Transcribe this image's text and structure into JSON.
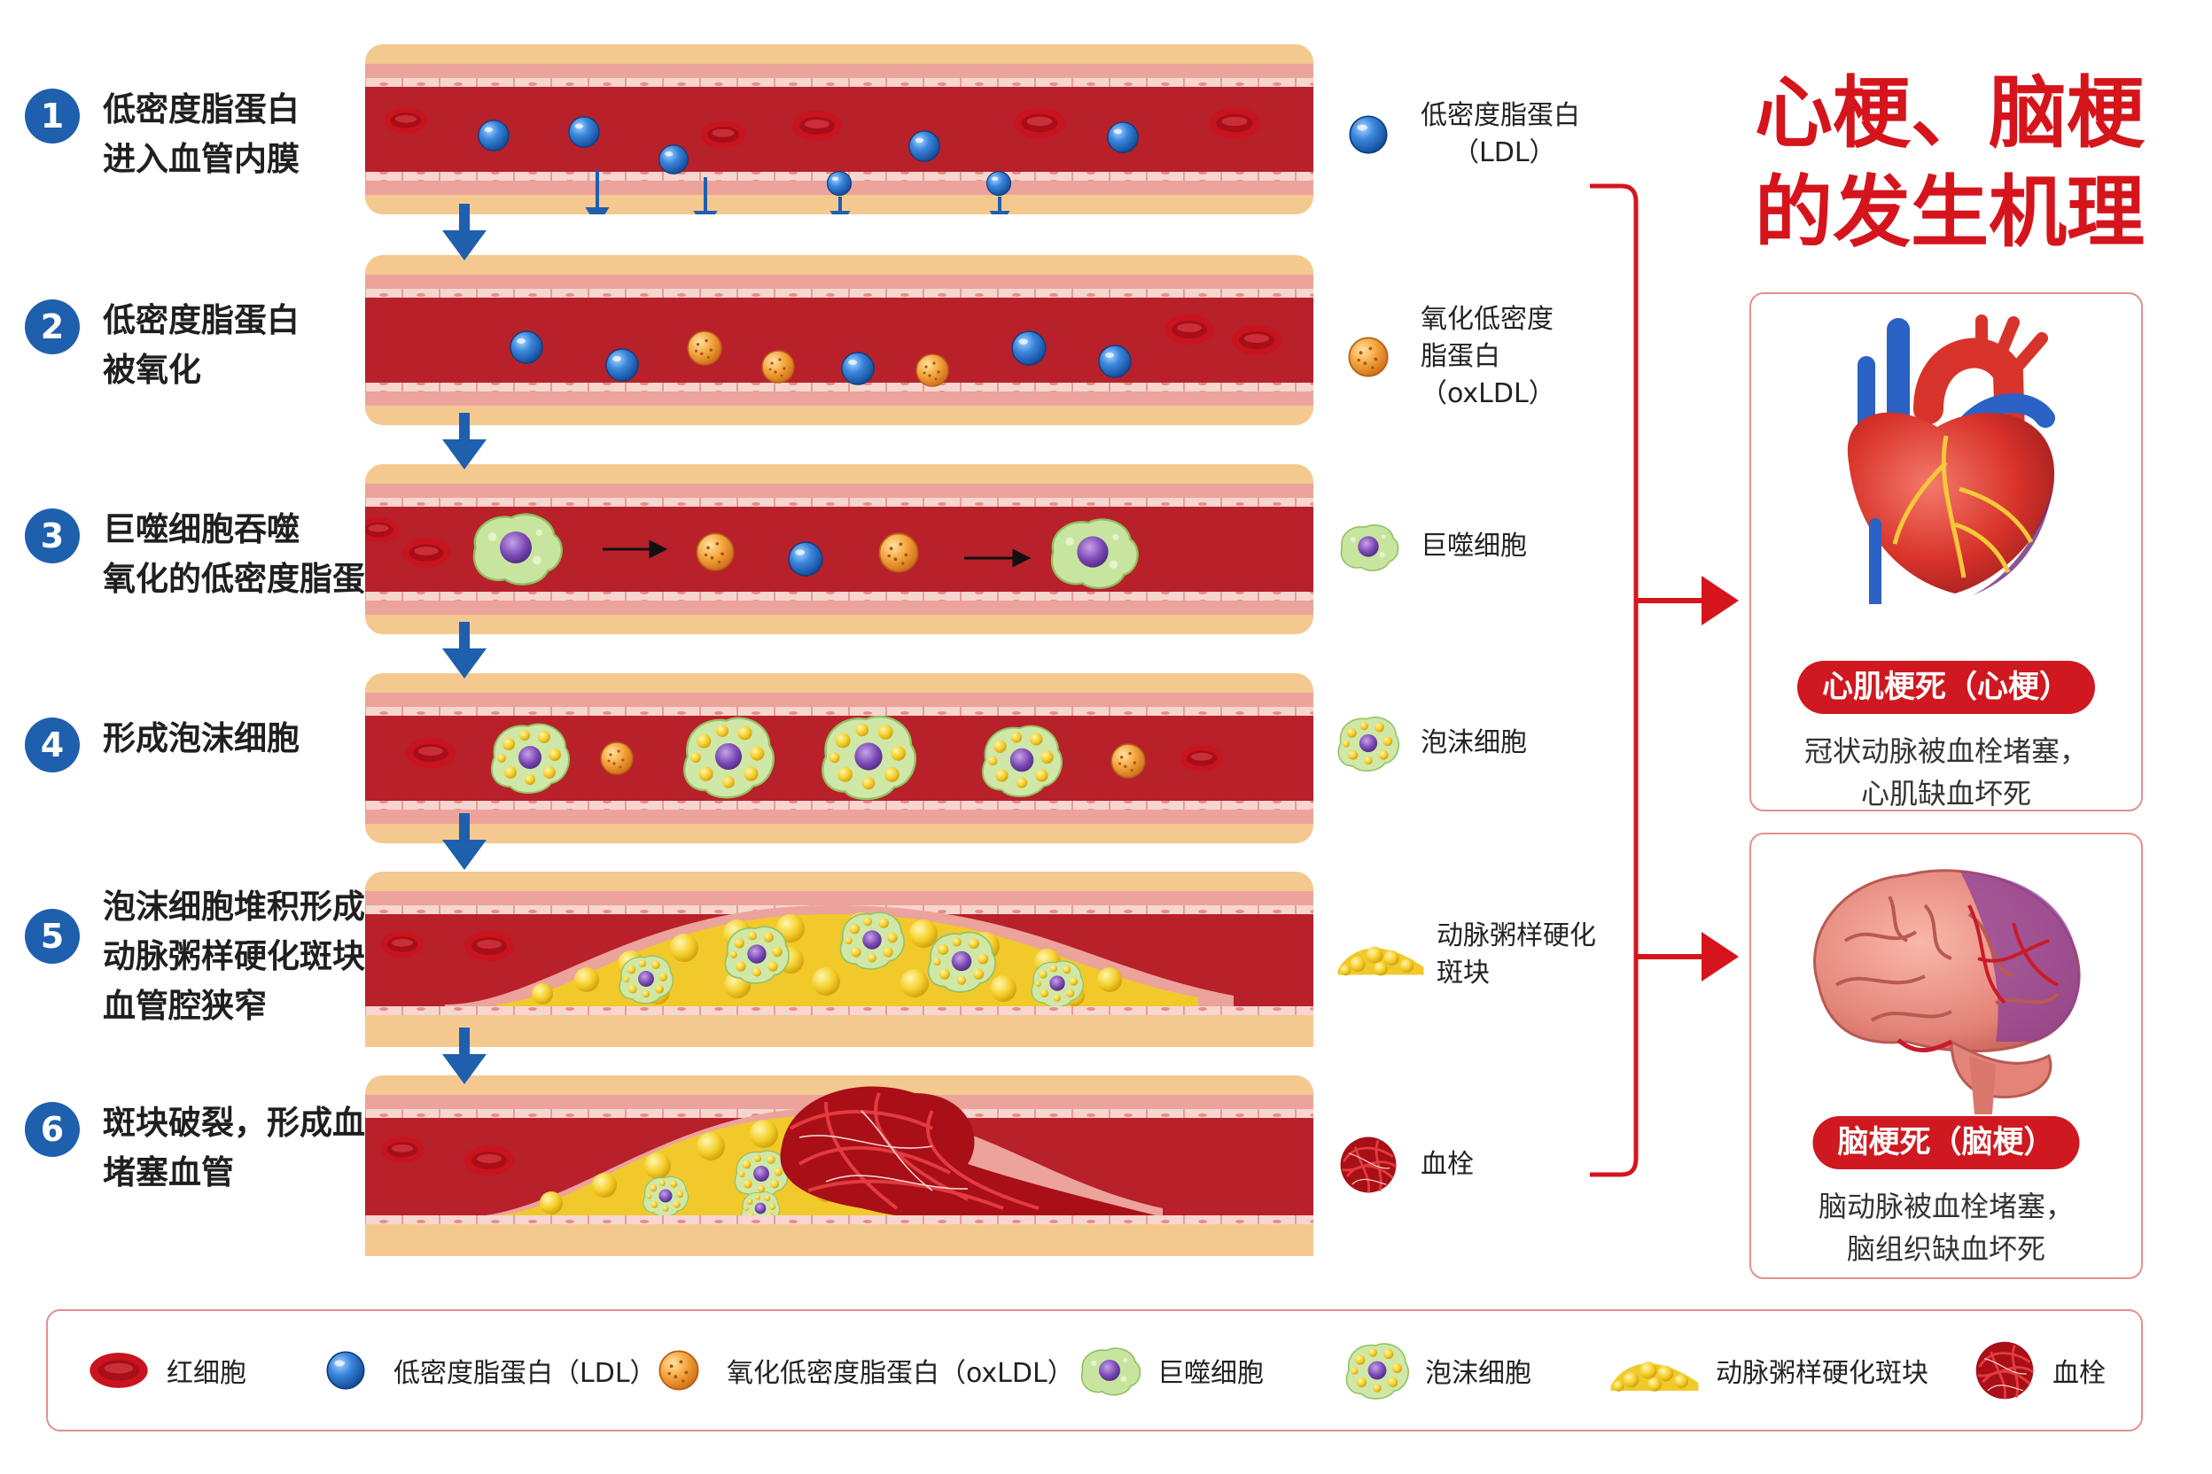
{
  "title": {
    "line1": "心梗、脑梗",
    "line2": "的发生机理"
  },
  "steps": [
    {
      "num": "1",
      "lines": [
        "低密度脂蛋白",
        "进入血管内膜"
      ]
    },
    {
      "num": "2",
      "lines": [
        "低密度脂蛋白",
        "被氧化"
      ]
    },
    {
      "num": "3",
      "lines": [
        "巨噬细胞吞噬",
        "氧化的低密度脂蛋白"
      ]
    },
    {
      "num": "4",
      "lines": [
        "形成泡沫细胞"
      ]
    },
    {
      "num": "5",
      "lines": [
        "泡沫细胞堆积形成",
        "动脉粥样硬化斑块，",
        "血管腔狭窄"
      ]
    },
    {
      "num": "6",
      "lines": [
        "斑块破裂，形成血栓",
        "堵塞血管"
      ]
    }
  ],
  "side_labels": [
    {
      "icon": "ldl-particle-icon",
      "lines": [
        "低密度脂蛋白",
        "（LDL）"
      ]
    },
    {
      "icon": "oxldl-particle-icon",
      "lines": [
        "氧化低密度",
        "脂蛋白",
        "（oxLDL）"
      ]
    },
    {
      "icon": "macrophage-icon",
      "lines": [
        "巨噬细胞"
      ]
    },
    {
      "icon": "foam-cell-icon",
      "lines": [
        "泡沫细胞"
      ]
    },
    {
      "icon": "plaque-icon",
      "lines": [
        "动脉粥样硬化",
        "斑块"
      ]
    },
    {
      "icon": "thrombus-icon",
      "lines": [
        "血栓"
      ]
    }
  ],
  "outcomes": {
    "heart": {
      "badge": "心肌梗死（心梗）",
      "desc": [
        "冠状动脉被血栓堵塞，",
        "心肌缺血坏死"
      ]
    },
    "brain": {
      "badge": "脑梗死（脑梗）",
      "desc": [
        "脑动脉被血栓堵塞，",
        "脑组织缺血坏死"
      ]
    }
  },
  "legend": [
    {
      "icon": "red-blood-cell-icon",
      "label": "红细胞"
    },
    {
      "icon": "ldl-particle-icon",
      "label": "低密度脂蛋白（LDL）"
    },
    {
      "icon": "oxldl-particle-icon",
      "label": "氧化低密度脂蛋白（oxLDL）"
    },
    {
      "icon": "macrophage-icon",
      "label": "巨噬细胞"
    },
    {
      "icon": "foam-cell-icon",
      "label": "泡沫细胞"
    },
    {
      "icon": "plaque-icon",
      "label": "动脉粥样硬化斑块"
    },
    {
      "icon": "thrombus-icon",
      "label": "血栓"
    }
  ],
  "colors": {
    "accent_red": "#d5141c",
    "step_blue": "#1e5fae",
    "vessel_lumen": "#b8202a",
    "vessel_wall": "#f4c98f",
    "ldl_blue": "#2f78d0",
    "oxldl_orange": "#f0a03a",
    "macrophage_green": "#c6e3a0",
    "plaque_yellow": "#f3cf2e"
  }
}
